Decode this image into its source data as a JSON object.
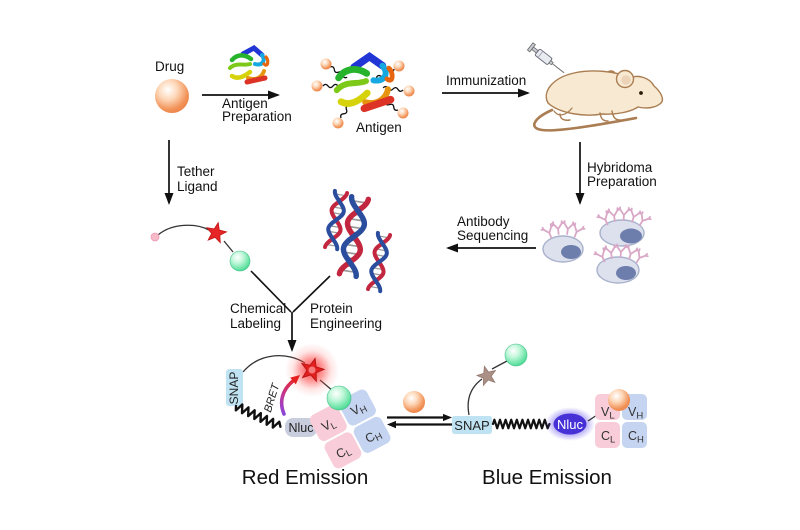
{
  "figure": {
    "background": "#ffffff"
  },
  "labels": {
    "drug": "Drug",
    "antigen_prep_1": "Antigen",
    "antigen_prep_2": "Preparation",
    "antigen": "Antigen",
    "immunization": "Immunization",
    "hybridoma_1": "Hybridoma",
    "hybridoma_2": "Preparation",
    "sequencing_1": "Antibody",
    "sequencing_2": "Sequencing",
    "tether_1": "Tether",
    "tether_2": "Ligand",
    "chemical_1": "Chemical",
    "chemical_2": "Labeling",
    "proteng_1": "Protein",
    "proteng_2": "Engineering",
    "bret": "BRET",
    "snap": "SNAP",
    "nluc": "Nluc",
    "red_emission": "Red Emission",
    "blue_emission": "Blue Emission"
  },
  "domains": {
    "v": "V",
    "c": "C",
    "l": "L",
    "h": "H"
  },
  "colors": {
    "red_emission_text": "#f91d1d",
    "blue_emission_text": "#5b22e8",
    "snap_tag": "#c0e3f3",
    "light_chain_domain": "#f8cdd9",
    "heavy_chain_domain": "#c5d4f1",
    "nluc_resting": "#c9cede",
    "nluc_glowing": "#4531d5",
    "red_fluorophore": "#e32020",
    "dark_fluorophore": "#aa9085",
    "drug_sphere": "#ef8a4f",
    "ligand_sphere": "#5fdf9e",
    "mouse_body": "#f8ead2",
    "hybridoma_cell": "#dde1ee",
    "cell_nucleus": "#6d7dac",
    "surface_antibody": "#d9a8c7",
    "dna_strand_blue": "#2b4d9e",
    "dna_strand_red": "#c32740"
  }
}
